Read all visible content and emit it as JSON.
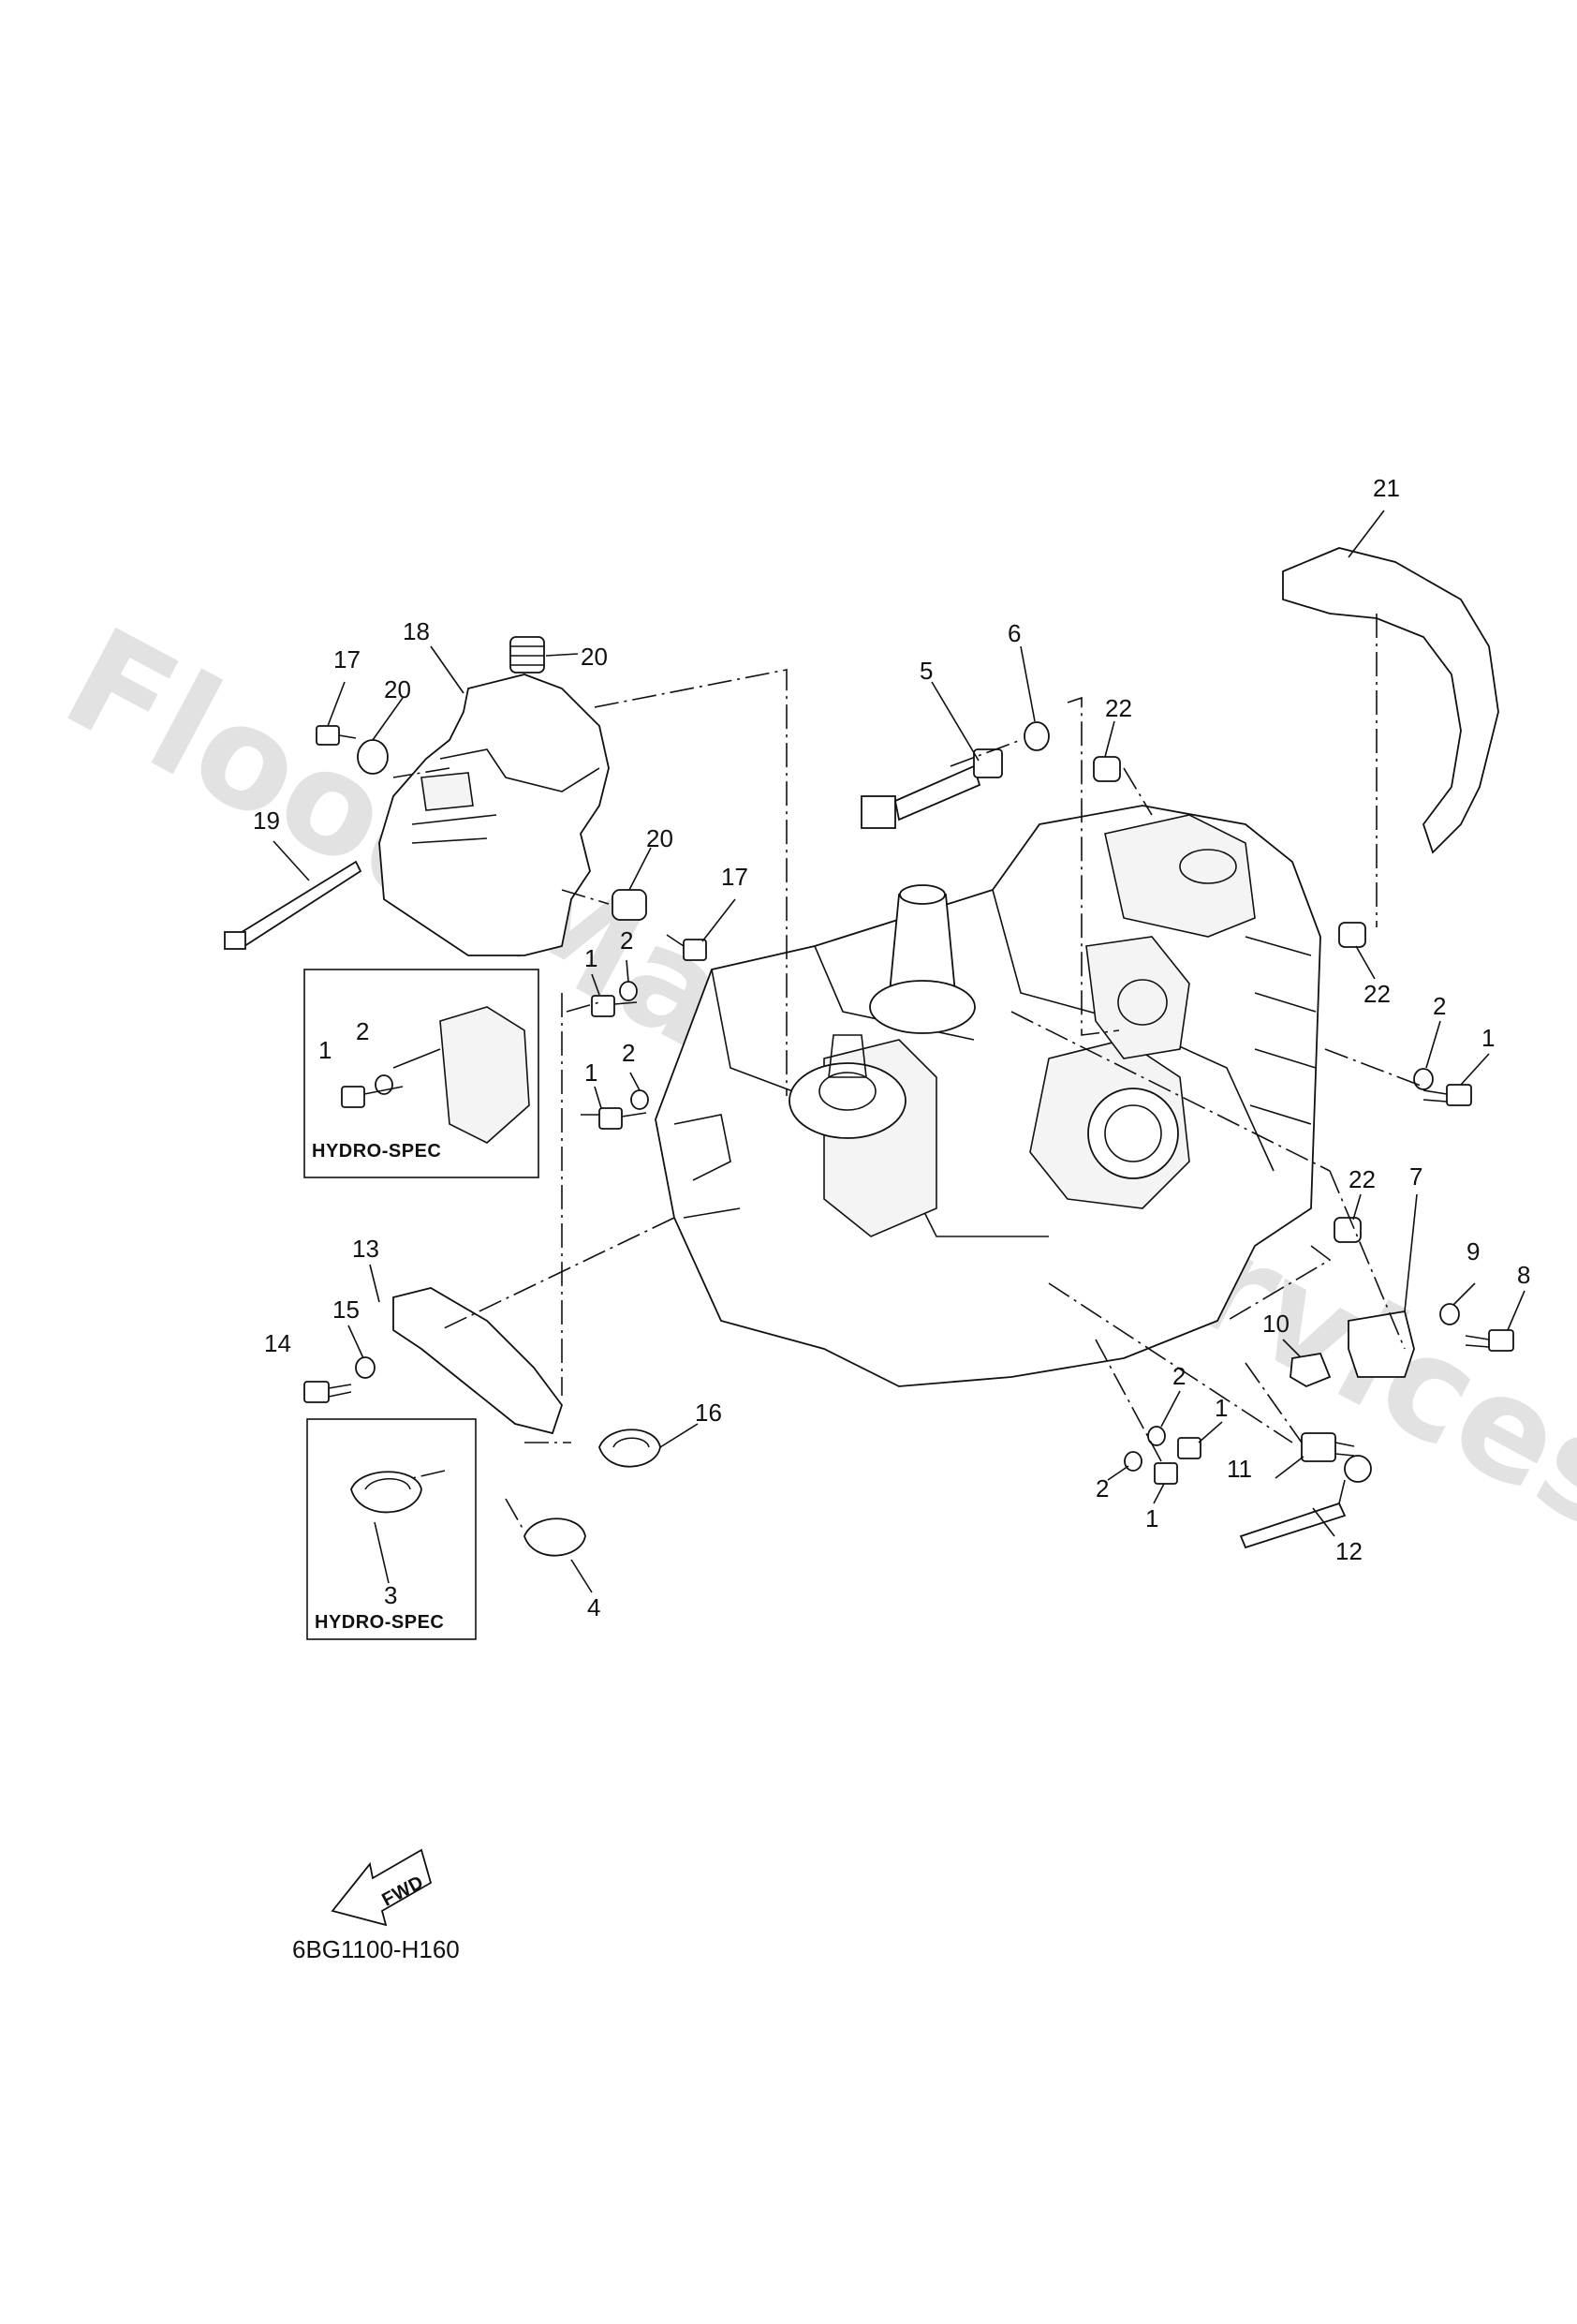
{
  "watermark": "Flood Marine Services",
  "diagram_code": "6BG1100-H160",
  "fwd_label": "FWD",
  "hydro_spec_label": "HYDRO-SPEC",
  "callouts": {
    "c21": "21",
    "c6": "6",
    "c5": "5",
    "c22a": "22",
    "c22b": "22",
    "c22c": "22",
    "c17a": "17",
    "c18": "18",
    "c20a": "20",
    "c20b": "20",
    "c20c": "20",
    "c19": "19",
    "c17b": "17",
    "c1a": "1",
    "c2a": "2",
    "c1b": "1",
    "c2b": "2",
    "c1c": "1",
    "c2c": "2",
    "c2d": "2",
    "c1d": "1",
    "c7": "7",
    "c9": "9",
    "c8": "8",
    "c13": "13",
    "c15": "15",
    "c14": "14",
    "c10": "10",
    "c16": "16",
    "c2e": "2",
    "c1e": "1",
    "c11": "11",
    "c2f": "2",
    "c1f": "1",
    "c12": "12",
    "c3": "3",
    "c4": "4"
  }
}
